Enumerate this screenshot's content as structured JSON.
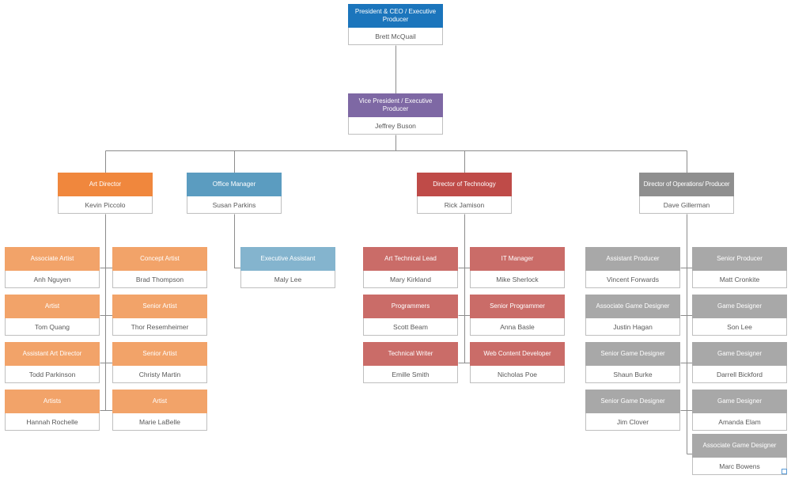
{
  "palette": {
    "l1": "#1b75bc",
    "l2": "#7e68a4",
    "orange": "#f0873d",
    "orangeL": "#f2a369",
    "blue": "#5b9cc0",
    "blueL": "#84b4ce",
    "red": "#bf4b48",
    "redL": "#ca6c68",
    "gray": "#8f8f8f",
    "grayL": "#a8a8a8",
    "line": "#8c8c8c",
    "border": "#bfbfbf",
    "person_text": "#595959",
    "handle": "#5b9bd5"
  },
  "nodes": {
    "ceo": {
      "title": "President & CEO / Executive Producer",
      "person": "Brett McQuail"
    },
    "vp": {
      "title": "Vice President / Executive Producer",
      "person": "Jeffrey Buson"
    },
    "art_director": {
      "title": "Art Director",
      "person": "Kevin Piccolo"
    },
    "office_manager": {
      "title": "Office Manager",
      "person": "Susan Parkins"
    },
    "tech_director": {
      "title": "Director of Technology",
      "person": "Rick Jamison"
    },
    "ops_director": {
      "title": "Director of Operations/ Producer",
      "person": "Dave Gillerman"
    },
    "associate_artist": {
      "title": "Associate Artist",
      "person": "Anh Nguyen"
    },
    "concept_artist": {
      "title": "Concept Artist",
      "person": "Brad Thompson"
    },
    "artist_tq": {
      "title": "Artist",
      "person": "Tom Quang"
    },
    "senior_artist_tr": {
      "title": "Senior Artist",
      "person": "Thor Resemheimer"
    },
    "assistant_art_director": {
      "title": "Assistant Art Director",
      "person": "Todd Parkinson"
    },
    "senior_artist_cm": {
      "title": "Senior Artist",
      "person": "Christy Martin"
    },
    "artists_hr": {
      "title": "Artists",
      "person": "Hannah Rochelle"
    },
    "artist_ml": {
      "title": "Artist",
      "person": "Marie LaBelle"
    },
    "executive_assistant": {
      "title": "Executive Assistant",
      "person": "Maly Lee"
    },
    "art_technical_lead": {
      "title": "Art Technical Lead",
      "person": "Mary Kirkland"
    },
    "it_manager": {
      "title": "IT Manager",
      "person": "Mike Sherlock"
    },
    "programmers": {
      "title": "Programmers",
      "person": "Scott Beam"
    },
    "senior_programmer": {
      "title": "Senior Programmer",
      "person": "Anna Basle"
    },
    "technical_writer": {
      "title": "Technical Writer",
      "person": "Emille Smith"
    },
    "web_content_developer": {
      "title": "Web Content Developer",
      "person": "Nicholas Poe"
    },
    "assistant_producer": {
      "title": "Assistant Producer",
      "person": "Vincent Forwards"
    },
    "senior_producer": {
      "title": "Senior Producer",
      "person": "Matt Cronkite"
    },
    "associate_game_designer_jh": {
      "title": "Associate Game Designer",
      "person": "Justin Hagan"
    },
    "game_designer_sl": {
      "title": "Game Designer",
      "person": "Son Lee"
    },
    "senior_game_designer_sb": {
      "title": "Senior Game Designer",
      "person": "Shaun Burke"
    },
    "game_designer_db": {
      "title": "Game Designer",
      "person": "Darrell Bickford"
    },
    "senior_game_designer_jc": {
      "title": "Senior Game Designer",
      "person": "Jim Clover"
    },
    "game_designer_ae": {
      "title": "Game Designer",
      "person": "Amanda Elam"
    },
    "associate_game_designer_mb": {
      "title": "Associate Game Designer",
      "person": "Marc Bowens"
    }
  }
}
